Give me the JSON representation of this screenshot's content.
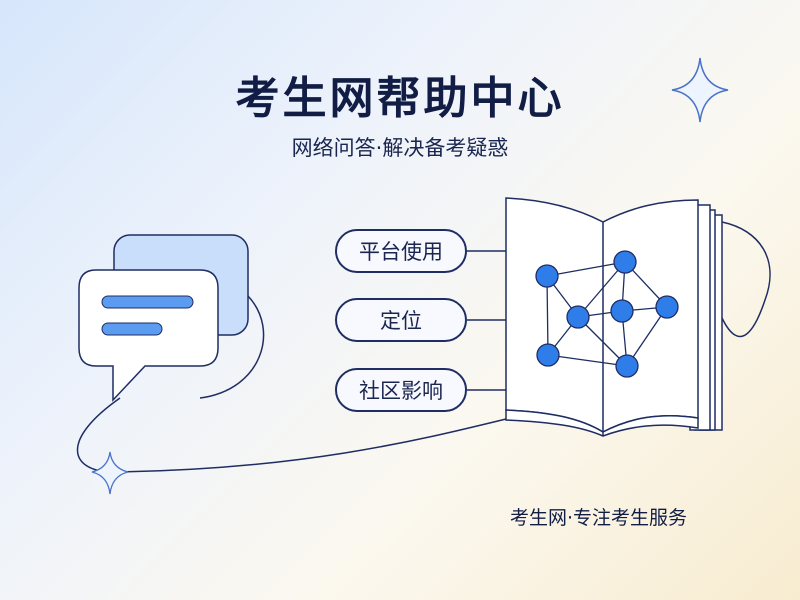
{
  "header": {
    "title": "考生网帮助中心",
    "subtitle": "网络问答·解决备考疑惑"
  },
  "topics": [
    {
      "label": "平台使用"
    },
    {
      "label": "定位"
    },
    {
      "label": "社区影响"
    }
  ],
  "footer": {
    "tagline": "考生网·专注考生服务"
  },
  "icons": [
    "chat-bubbles-icon",
    "open-book-network-icon",
    "sparkle-icon"
  ],
  "colors": {
    "ink": "#1f2d63",
    "accent": "#2f7de8",
    "bubble_back": "#c9defa"
  }
}
